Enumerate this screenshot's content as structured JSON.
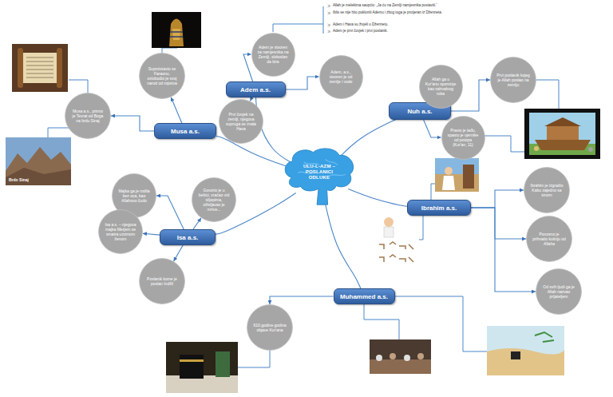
{
  "diagram": {
    "nodes": [
      {
        "text": [
          "ULU-L-AZM – POSLANICI ODLUKE"
        ]
      },
      {
        "text": [
          "Adem a.s."
        ]
      },
      {
        "text": [
          "Adem je stvoren za namjesnika na Zemlji, slobodan da bira"
        ]
      },
      {
        "text": [
          "Adem, a.s., stvoren je od zemlje i vode"
        ]
      },
      {
        "text": [
          "Prvi čovjek na zemlji, njegova supruga se zvala Hava"
        ]
      },
      {
        "text": [
          "Musa a.s."
        ]
      },
      {
        "text": [
          "Suprotstavio se Faraonu, oslobodio je svoj narod od ropstva"
        ]
      },
      {
        "text": [
          "Musa a.s., primio je Tevrat od Boga na brdu Sinaj"
        ]
      },
      {
        "text": [
          "Nuh a.s."
        ]
      },
      {
        "text": [
          "Allah ga u Kur'anu spominje kao zahvalnog roba"
        ]
      },
      {
        "text": [
          "Prvi poslanik kojeg je Allah poslao na zemlju"
        ]
      },
      {
        "text": [
          "Pravio je lađu, spasio je vjernike od potopa (Kur'an, 11)"
        ]
      },
      {
        "text": [
          "Ibrahim a.s."
        ]
      },
      {
        "text": [
          "Ibrahim je izgradio Kabu zajedno sa sinom"
        ]
      },
      {
        "text": [
          "Ponosno je prihvatio kušnju od Allaha"
        ]
      },
      {
        "text": [
          "Od svih ljudi ga je Allah nazvao prijateljem"
        ]
      },
      {
        "text": [
          "Isa a.s."
        ]
      },
      {
        "text": [
          "Majka ga je rodila bez oca, kao Allahovo čudo"
        ]
      },
      {
        "text": [
          "Govorio je u bešici, vraćao vid slijepima, oživljavao je mrtve..."
        ]
      },
      {
        "text": [
          "Isa a.s. – njegova majka Merjem se smatra uzornom ženom"
        ]
      },
      {
        "text": [
          "Poslanik kome je poslan Indžil"
        ]
      },
      {
        "text": [
          "Muhammed a.s."
        ]
      },
      {
        "text": [
          "610.godine godina objave Kur'ana"
        ]
      }
    ],
    "edges": [
      {
        "from": 0,
        "to": 1,
        "arrow": "none"
      },
      {
        "from": 0,
        "to": 5,
        "arrow": "none"
      },
      {
        "from": 0,
        "to": 8,
        "arrow": "none"
      },
      {
        "from": 0,
        "to": 12,
        "arrow": "none"
      },
      {
        "from": 0,
        "to": 16,
        "arrow": "none"
      },
      {
        "from": 0,
        "to": 21,
        "arrow": "none"
      },
      {
        "from": 1,
        "to": 2,
        "arrow": "to"
      },
      {
        "from": 1,
        "to": 3,
        "arrow": "to"
      },
      {
        "from": 1,
        "to": 4,
        "arrow": "to"
      },
      {
        "from": 5,
        "to": 6,
        "arrow": "to"
      },
      {
        "from": 5,
        "to": 7,
        "arrow": "to"
      },
      {
        "from": 8,
        "to": 9,
        "arrow": "to"
      },
      {
        "from": 8,
        "to": 10,
        "arrow": "to"
      },
      {
        "from": 8,
        "to": 11,
        "arrow": "to"
      },
      {
        "from": 12,
        "to": 13,
        "arrow": "to"
      },
      {
        "from": 12,
        "to": 14,
        "arrow": "to"
      },
      {
        "from": 12,
        "to": 15,
        "arrow": "to"
      },
      {
        "from": 16,
        "to": 17,
        "arrow": "to"
      },
      {
        "from": 16,
        "to": 18,
        "arrow": "to"
      },
      {
        "from": 16,
        "to": 19,
        "arrow": "to"
      },
      {
        "from": 16,
        "to": 20,
        "arrow": "to"
      },
      {
        "from": 21,
        "to": 22,
        "arrow": "to"
      }
    ],
    "labels": [
      "Allah je melekima saopćio: „Ja ću na Zemlji namjesnika postaviti.“",
      "Iblis se nije htio pokloniti Ademu i zbog toga je protjeran iz Dženneta.",
      "Adem i Hava su živjeli u Džennetu.",
      "Adem je prvi čovjek i prvi poslanik.",
      "Brdo Sinaj"
    ]
  }
}
